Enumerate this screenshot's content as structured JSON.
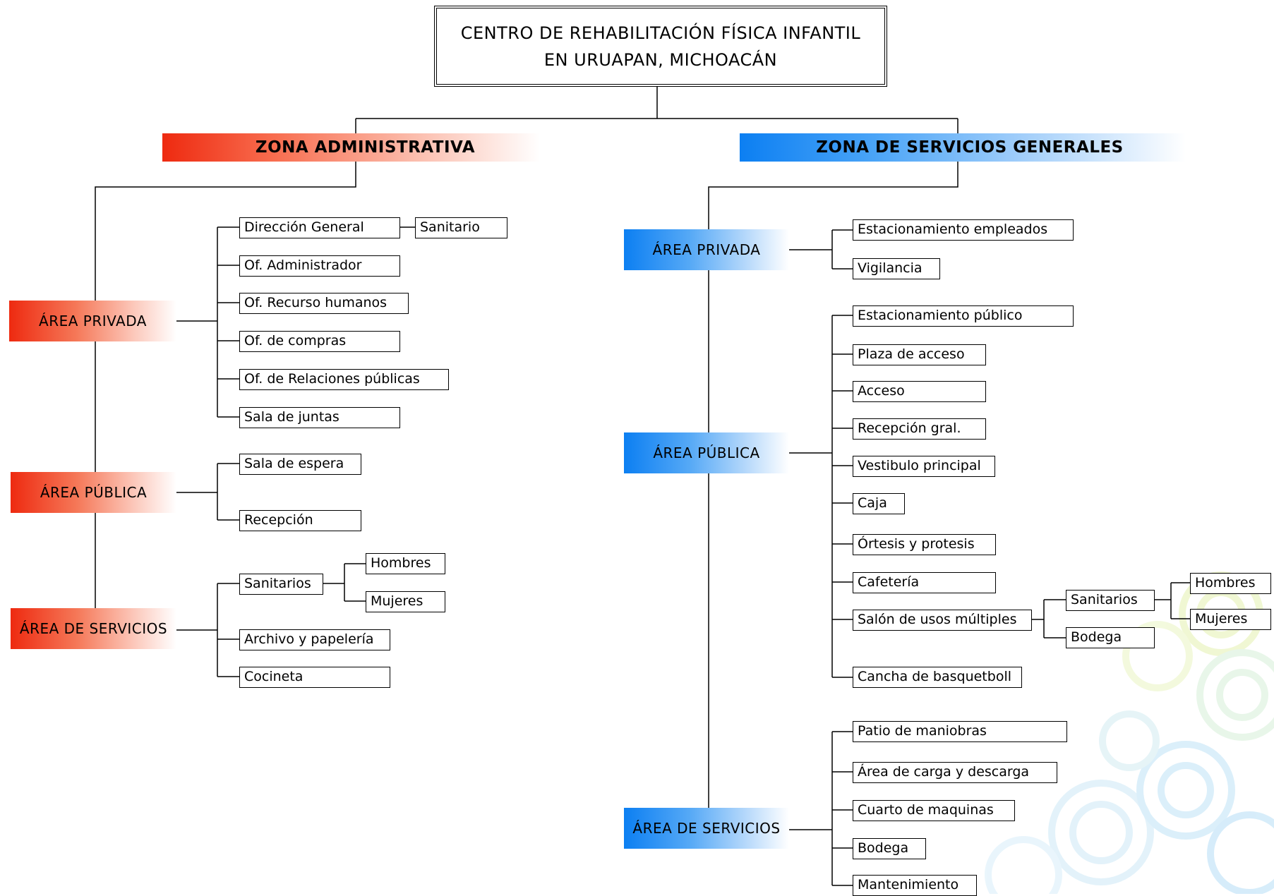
{
  "title": {
    "line1": "CENTRO DE REHABILITACIÓN FÍSICA INFANTIL",
    "line2": "EN URUAPAN, MICHOACÁN"
  },
  "zona_administrativa": {
    "label": "ZONA ADMINISTRATIVA",
    "area_privada": {
      "label": "ÁREA PRIVADA",
      "items": [
        "Dirección General",
        "Of. Administrador",
        "Of. Recurso humanos",
        "Of. de compras",
        "Of. de Relaciones públicas",
        "Sala de juntas"
      ],
      "direccion_sub": "Sanitario"
    },
    "area_publica": {
      "label": "ÁREA PÚBLICA",
      "items": [
        "Sala de espera",
        "Recepción"
      ]
    },
    "area_servicios": {
      "label": "ÁREA DE SERVICIOS",
      "items": [
        "Sanitarios",
        "Archivo y papelería",
        "Cocineta"
      ],
      "sanitarios_sub": [
        "Hombres",
        "Mujeres"
      ]
    }
  },
  "zona_servicios": {
    "label": "ZONA DE SERVICIOS GENERALES",
    "area_privada": {
      "label": "ÁREA PRIVADA",
      "items": [
        "Estacionamiento empleados",
        "Vigilancia"
      ]
    },
    "area_publica": {
      "label": "ÁREA PÚBLICA",
      "items": [
        "Estacionamiento público",
        "Plaza de acceso",
        "Acceso",
        "Recepción gral.",
        "Vestibulo principal",
        "Caja",
        "Órtesis y protesis",
        "Cafetería",
        "Salón de usos múltiples",
        "Cancha de basquetboll"
      ],
      "salon_sub": [
        "Sanitarios",
        "Bodega"
      ],
      "sanitarios_sub": [
        "Hombres",
        "Mujeres"
      ]
    },
    "area_servicios": {
      "label": "ÁREA DE SERVICIOS",
      "items": [
        "Patio de maniobras",
        "Área de carga y descarga",
        "Cuarto de maquinas",
        "Bodega",
        "Mantenimiento"
      ]
    }
  },
  "colors": {
    "admin_accent": "#ee2a10",
    "services_accent": "#0c7ff2",
    "line": "#000000"
  }
}
